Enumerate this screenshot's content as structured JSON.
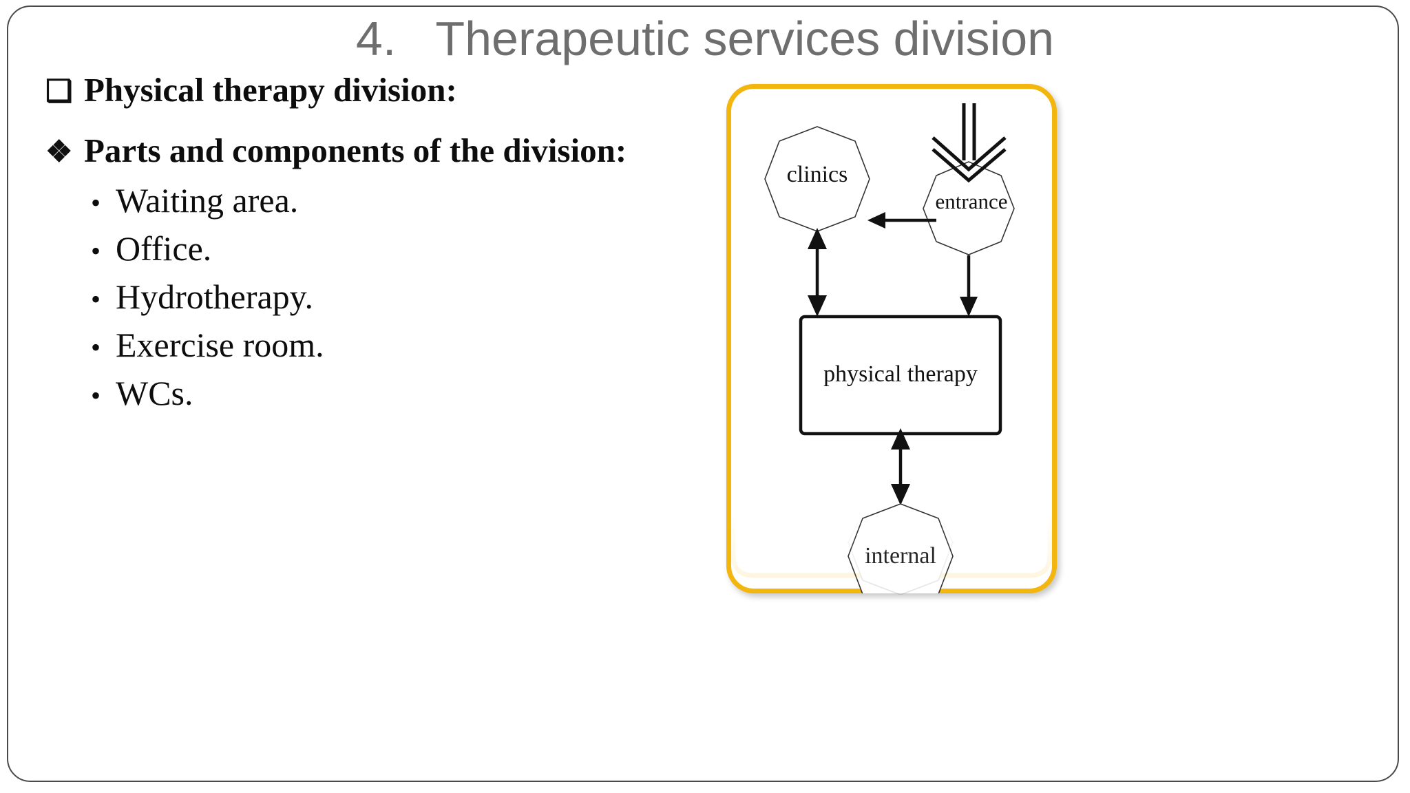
{
  "slide": {
    "title": "4.   Therapeutic services division",
    "title_color": "#6e6e6e",
    "accent_color": "#F2B60F",
    "border_color": "#4a4a4a"
  },
  "content": {
    "level1": [
      {
        "marker": "❑",
        "text": "Physical therapy division:"
      },
      {
        "marker": "❖",
        "text": "Parts and components of the division:"
      }
    ],
    "level2": [
      {
        "marker": "•",
        "text": "Waiting area."
      },
      {
        "marker": "•",
        "text": "Office."
      },
      {
        "marker": "•",
        "text": "Hydrotherapy."
      },
      {
        "marker": "•",
        "text": "Exercise room."
      },
      {
        "marker": "•",
        "text": "WCs."
      }
    ]
  },
  "diagram": {
    "type": "flow-diagram",
    "nodes": [
      {
        "id": "clinics",
        "label": "clinics",
        "shape": "heptagon"
      },
      {
        "id": "entrance",
        "label": "entrance",
        "shape": "heptagon"
      },
      {
        "id": "therapy",
        "label": "physical therapy",
        "shape": "rectangle"
      },
      {
        "id": "internal",
        "label": "internal",
        "shape": "heptagon"
      }
    ],
    "edges": [
      {
        "from": "outside",
        "to": "entrance",
        "arrow": "single",
        "style": "open-chevron"
      },
      {
        "from": "entrance",
        "to": "clinics",
        "arrow": "single"
      },
      {
        "from": "entrance",
        "to": "therapy",
        "arrow": "single"
      },
      {
        "from": "clinics",
        "to": "therapy",
        "arrow": "double"
      },
      {
        "from": "therapy",
        "to": "internal",
        "arrow": "double"
      }
    ]
  }
}
